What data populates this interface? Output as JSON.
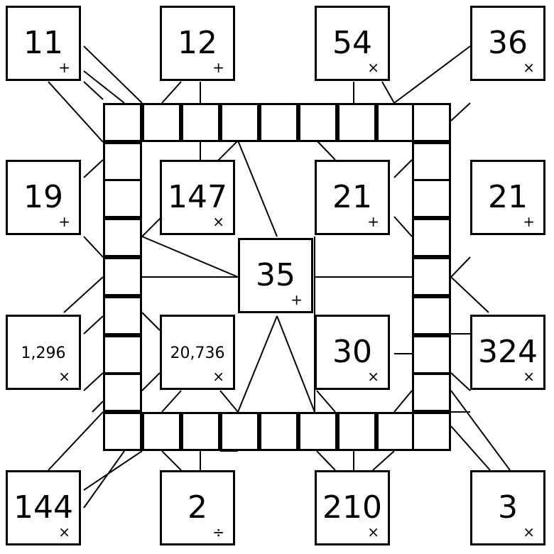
{
  "clues": [
    {
      "id": "c01",
      "value": "11",
      "op": "+"
    },
    {
      "id": "c02",
      "value": "12",
      "op": "+"
    },
    {
      "id": "c03",
      "value": "54",
      "op": "×"
    },
    {
      "id": "c04",
      "value": "36",
      "op": "×"
    },
    {
      "id": "c05",
      "value": "19",
      "op": "+"
    },
    {
      "id": "c06",
      "value": "147",
      "op": "×"
    },
    {
      "id": "c07",
      "value": "21",
      "op": "+"
    },
    {
      "id": "c08",
      "value": "21",
      "op": "+"
    },
    {
      "id": "c09",
      "value": "35",
      "op": "+"
    },
    {
      "id": "c10",
      "value": "1,296",
      "op": "×"
    },
    {
      "id": "c11",
      "value": "20,736",
      "op": "×"
    },
    {
      "id": "c12",
      "value": "30",
      "op": "×"
    },
    {
      "id": "c13",
      "value": "324",
      "op": "×"
    },
    {
      "id": "c14",
      "value": "144",
      "op": "×"
    },
    {
      "id": "c15",
      "value": "2",
      "op": "÷"
    },
    {
      "id": "c16",
      "value": "210",
      "op": "×"
    },
    {
      "id": "c17",
      "value": "3",
      "op": "×"
    }
  ],
  "cells": {
    "top": [
      "",
      "",
      "",
      "",
      "",
      "",
      "",
      "",
      ""
    ],
    "bottom": [
      "",
      "",
      "",
      "",
      "",
      "",
      "",
      "",
      ""
    ],
    "left": [
      "",
      "",
      "",
      "",
      "",
      "",
      ""
    ],
    "right": [
      "",
      "",
      "",
      "",
      "",
      "",
      ""
    ]
  }
}
